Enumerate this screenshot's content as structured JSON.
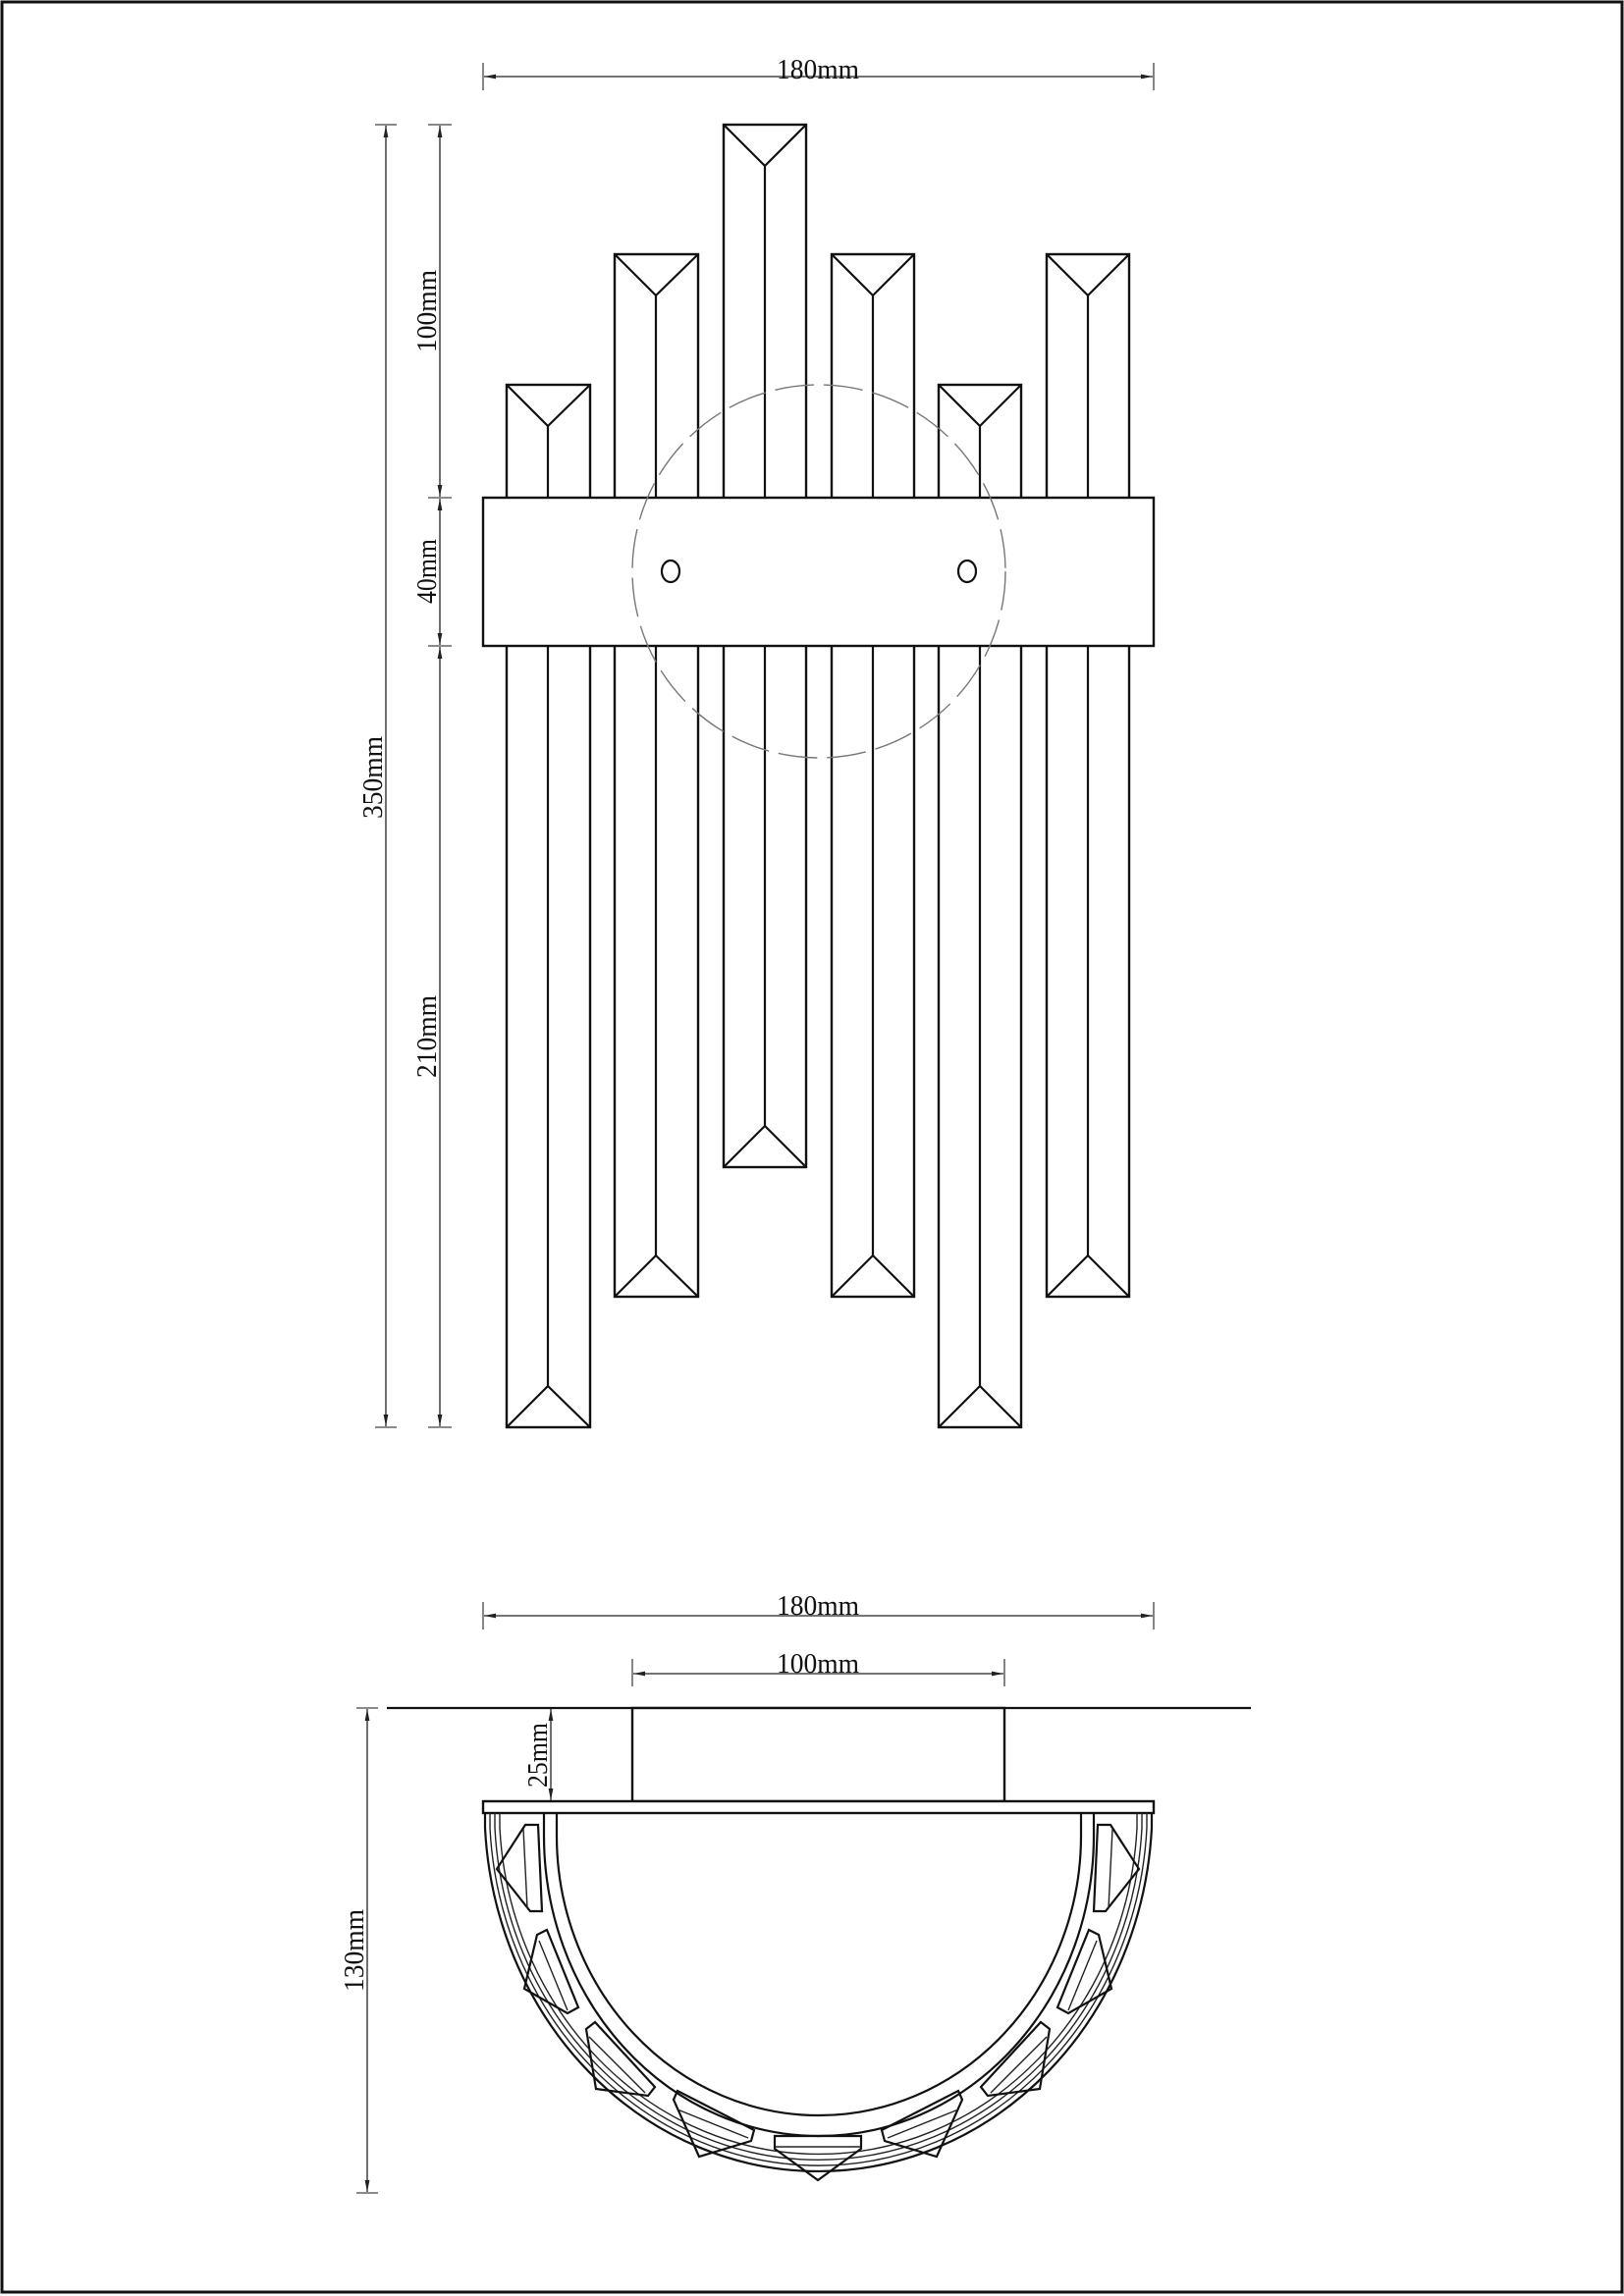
{
  "drawing": {
    "type": "technical-dimension-drawing",
    "subject": "crystal rod wall sconce",
    "units": "mm",
    "front_view": {
      "width_label": "180mm",
      "rod_extension_label": "100mm",
      "plate_height_label": "40mm",
      "total_height_label": "350mm",
      "lower_rod_label": "210mm",
      "rod_count": 6,
      "mounting_holes": 2
    },
    "top_view": {
      "width_label": "180mm",
      "base_width_label": "100mm",
      "base_depth_label": "25mm",
      "total_depth_label": "130mm"
    }
  },
  "colors": {
    "line": "#111111",
    "background": "#ffffff",
    "hidden_line": "#777777"
  }
}
